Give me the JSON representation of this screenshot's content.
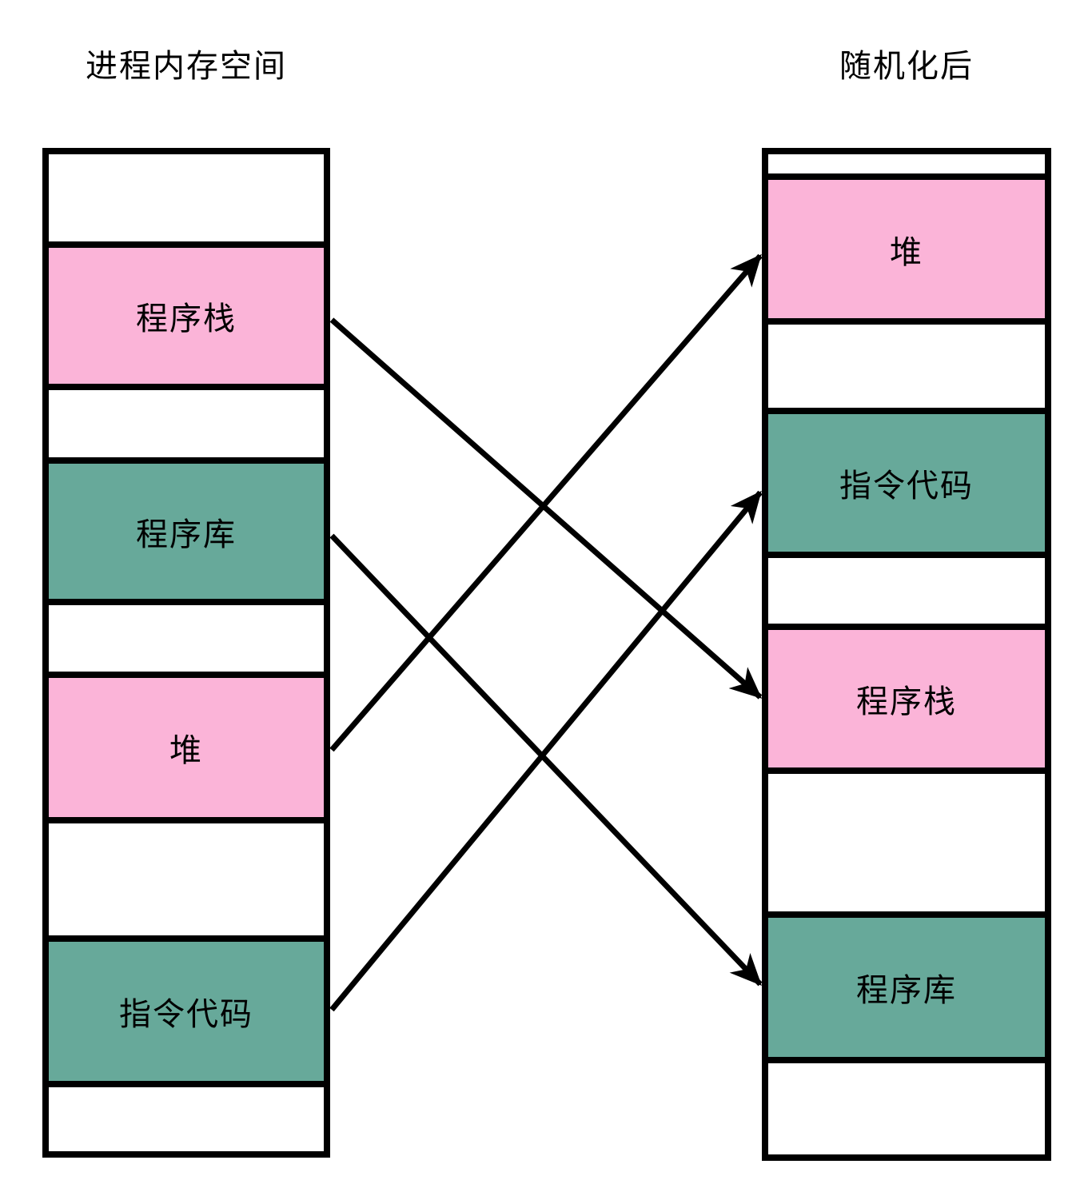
{
  "diagram": {
    "title_left": "进程内存空间",
    "title_right": "随机化后",
    "left_column": {
      "name": "进程内存空间",
      "segments": [
        {
          "label": "",
          "type": "empty"
        },
        {
          "label": "程序栈",
          "type": "stack",
          "color": "#FBB4D8"
        },
        {
          "label": "",
          "type": "empty"
        },
        {
          "label": "程序库",
          "type": "library",
          "color": "#67A99A"
        },
        {
          "label": "",
          "type": "empty"
        },
        {
          "label": "堆",
          "type": "heap",
          "color": "#FBB4D8"
        },
        {
          "label": "",
          "type": "empty"
        },
        {
          "label": "指令代码",
          "type": "code",
          "color": "#67A99A"
        },
        {
          "label": "",
          "type": "empty"
        }
      ]
    },
    "right_column": {
      "name": "随机化后",
      "segments": [
        {
          "label": "",
          "type": "empty"
        },
        {
          "label": "堆",
          "type": "heap",
          "color": "#FBB4D8"
        },
        {
          "label": "",
          "type": "empty"
        },
        {
          "label": "指令代码",
          "type": "code",
          "color": "#67A99A"
        },
        {
          "label": "",
          "type": "empty"
        },
        {
          "label": "程序栈",
          "type": "stack",
          "color": "#FBB4D8"
        },
        {
          "label": "",
          "type": "empty"
        },
        {
          "label": "程序库",
          "type": "library",
          "color": "#67A99A"
        },
        {
          "label": "",
          "type": "empty"
        }
      ]
    },
    "arrows": [
      {
        "from": "程序栈",
        "to": "程序栈"
      },
      {
        "from": "程序库",
        "to": "程序库"
      },
      {
        "from": "堆",
        "to": "堆"
      },
      {
        "from": "指令代码",
        "to": "指令代码"
      }
    ],
    "colors": {
      "pink": "#FBB4D8",
      "teal": "#67A99A",
      "line": "#000000",
      "background": "#FFFFFF"
    }
  }
}
